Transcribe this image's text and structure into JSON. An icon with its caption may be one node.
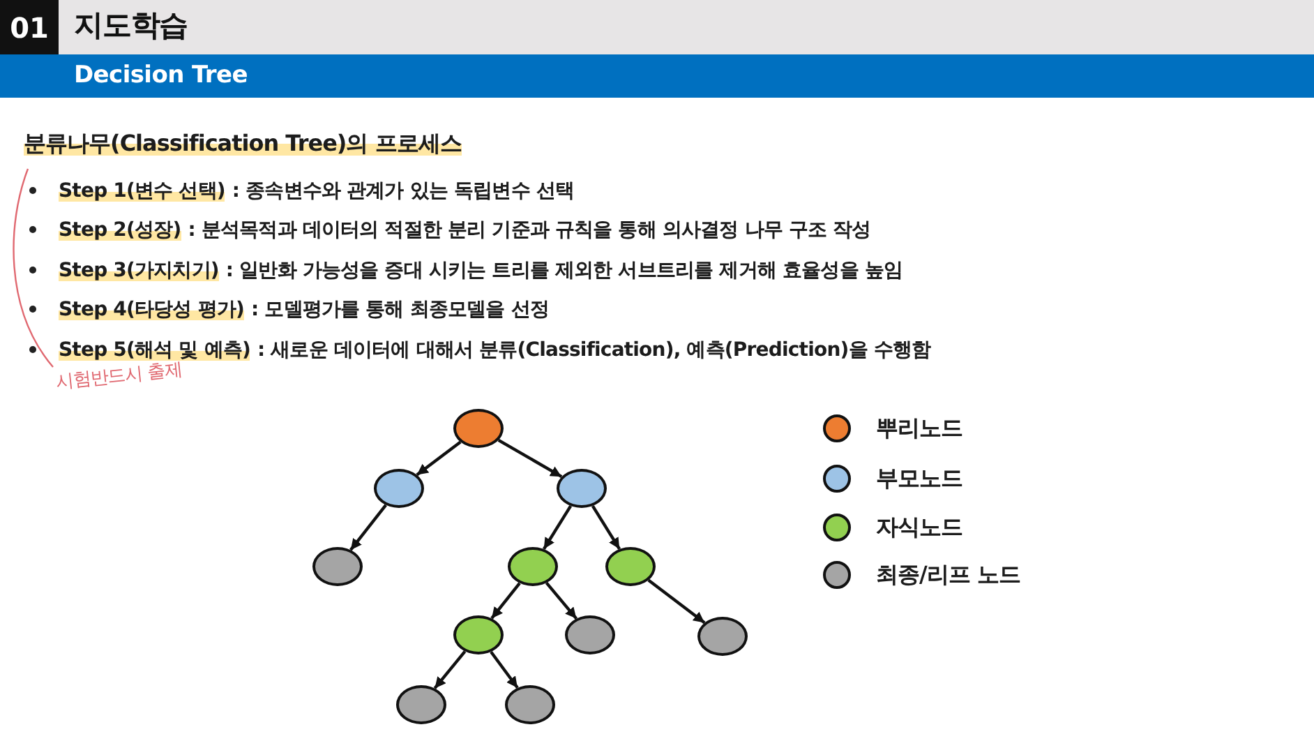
{
  "diagram": {
    "title": "지도학습",
    "nodes": [
      {
        "text": [],
        "shape": "circle"
      },
      {
        "text": [],
        "shape": "circle"
      },
      {
        "text": [],
        "shape": "circle"
      },
      {
        "text": [],
        "shape": "circle"
      },
      {
        "text": [],
        "shape": "circle"
      },
      {
        "text": [],
        "shape": "circle"
      },
      {
        "text": [],
        "shape": "circle"
      },
      {
        "text": [],
        "shape": "circle"
      },
      {
        "text": [],
        "shape": "circle"
      },
      {
        "text": [],
        "shape": "circle"
      },
      {
        "text": [],
        "shape": "circle"
      }
    ],
    "edges": [
      {
        "from": 0,
        "to": 1,
        "arrow": "to"
      },
      {
        "from": 0,
        "to": 2,
        "arrow": "to"
      },
      {
        "from": 1,
        "to": 3,
        "arrow": "to"
      },
      {
        "from": 2,
        "to": 4,
        "arrow": "to"
      },
      {
        "from": 2,
        "to": 5,
        "arrow": "to"
      },
      {
        "from": 4,
        "to": 6,
        "arrow": "to"
      },
      {
        "from": 4,
        "to": 7,
        "arrow": "to"
      },
      {
        "from": 5,
        "to": 8,
        "arrow": "to"
      },
      {
        "from": 6,
        "to": 9,
        "arrow": "to"
      },
      {
        "from": 6,
        "to": 10,
        "arrow": "to"
      }
    ],
    "labels": [
      "01",
      "Decision Tree",
      "분류나무(Classification Tree)의 프로세스",
      "Step 1(변수 선택)",
      ": 종속변수와 관계가 있는 독립변수 선택",
      "Step 2(성장)",
      ": 분석목적과 데이터의 적절한 분리 기준과 규칙을 통해 의사결정 나무 구조 작성",
      "Step 3(가지치기)",
      ": 일반화 가능성을 증대 시키는 트리를 제외한 서브트리를 제거해 효율성을 높임",
      "Step 4(타당성 평가)",
      ": 모델평가를 통해 최종모델을 선정",
      "Step 5(해석 및 예측)",
      ": 새로운 데이터에 대해서 분류(Classification), 예측(Prediction)을 수행함",
      "시험반드시 출제"
    ],
    "legend": [
      {
        "text": "뿌리노드",
        "color": "#ed7d31"
      },
      {
        "text": "부모노드",
        "color": "#9dc3e6"
      },
      {
        "text": "자식노드",
        "color": "#92d050"
      },
      {
        "text": "최종/리프 노드",
        "color": "#a5a5a5"
      }
    ]
  }
}
